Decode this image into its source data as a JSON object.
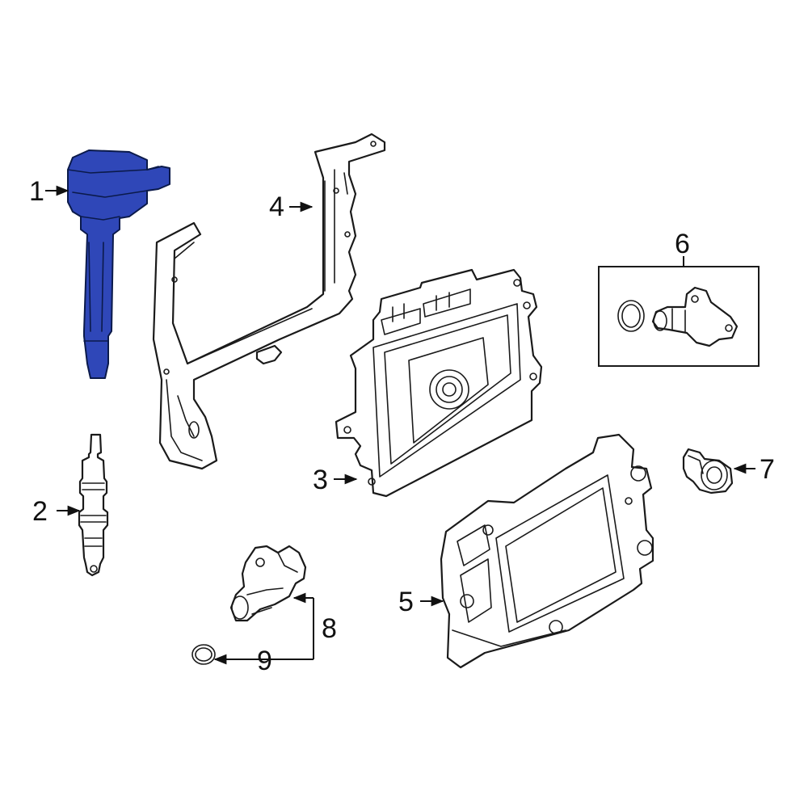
{
  "highlight_color": "#2f47b8",
  "callouts": [
    {
      "id": "1",
      "text": "1"
    },
    {
      "id": "2",
      "text": "2"
    },
    {
      "id": "3",
      "text": "3"
    },
    {
      "id": "4",
      "text": "4"
    },
    {
      "id": "5",
      "text": "5"
    },
    {
      "id": "6",
      "text": "6"
    },
    {
      "id": "7",
      "text": "7"
    },
    {
      "id": "8",
      "text": "8"
    },
    {
      "id": "9",
      "text": "9"
    }
  ]
}
